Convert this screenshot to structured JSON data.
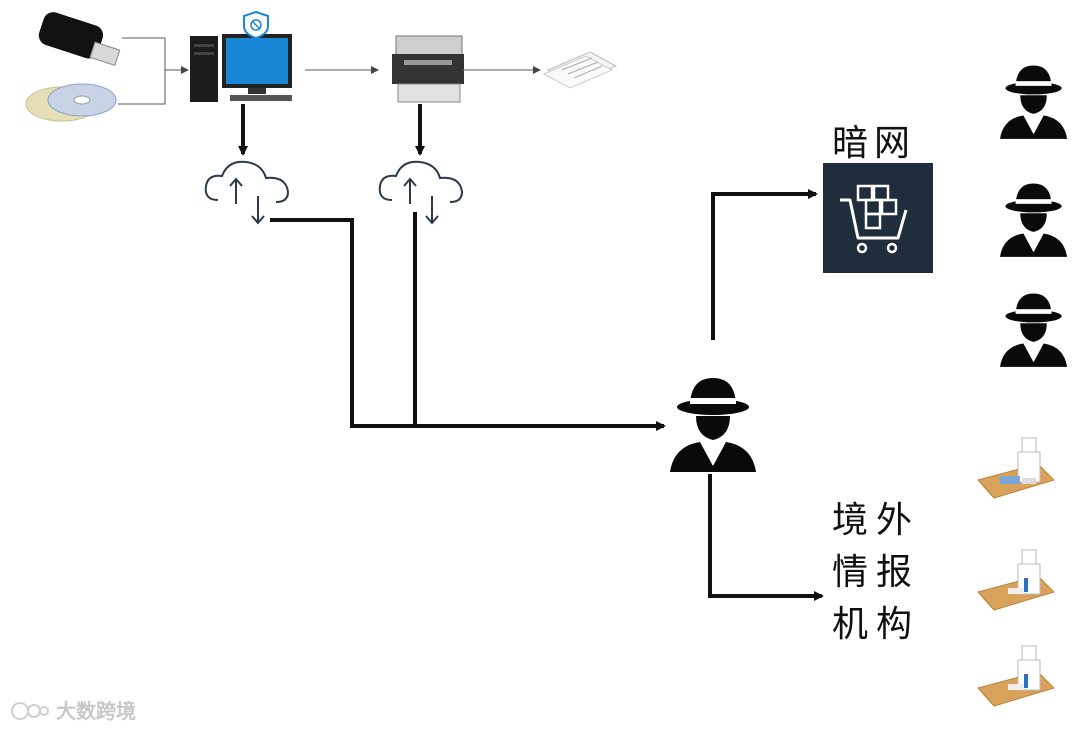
{
  "labels": {
    "dark_web": "暗网",
    "foreign_intel_agency": "境外情报机构"
  },
  "watermark": {
    "text": "大数跨境"
  },
  "icons": [
    "usb-drive-icon",
    "cd-disc-icon",
    "computer-icon",
    "security-shield-icon",
    "printer-icon",
    "paper-stack-icon",
    "cloud-sync-icon",
    "dark-web-cart-icon",
    "hacker-icon",
    "office-worker-icon"
  ],
  "colors": {
    "line": "#111111",
    "dark_web_box": "#1f2d3d",
    "hacker": "#0a0a0a",
    "desk": "#d9a25b",
    "monitor_screen": "#1a86d6"
  }
}
